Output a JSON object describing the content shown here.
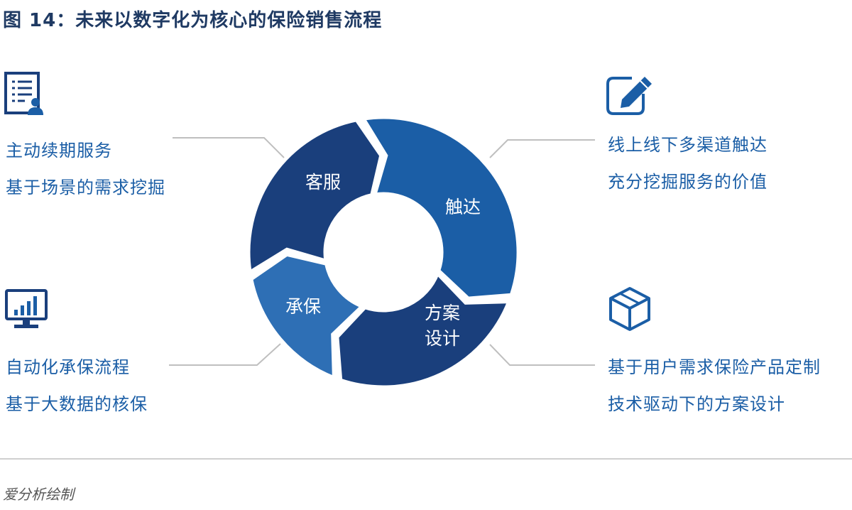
{
  "title": "图 14：未来以数字化为核心的保险销售流程",
  "cycle": {
    "segments": [
      {
        "label": "客服"
      },
      {
        "label": "触达"
      },
      {
        "label_line1": "方案",
        "label_line2": "设计"
      },
      {
        "label": "承保"
      }
    ]
  },
  "callouts": {
    "top_left": {
      "icon": "customer-document-icon",
      "line1": "主动续期服务",
      "line2": "基于场景的需求挖掘"
    },
    "top_right": {
      "icon": "edit-pencil-icon",
      "line1": "线上线下多渠道触达",
      "line2": "充分挖掘服务的价值"
    },
    "bottom_left": {
      "icon": "monitor-chart-icon",
      "line1": "自动化承保流程",
      "line2": "基于大数据的核保"
    },
    "bottom_right": {
      "icon": "cube-icon",
      "line1": "基于用户需求保险产品定制",
      "line2": "技术驱动下的方案设计"
    }
  },
  "source": "爱分析绘制",
  "colors": {
    "dark_blue": "#1a3f7c",
    "mid_blue": "#1b5ea6",
    "light_blue": "#2e6fb5",
    "title": "#1f3a63"
  }
}
